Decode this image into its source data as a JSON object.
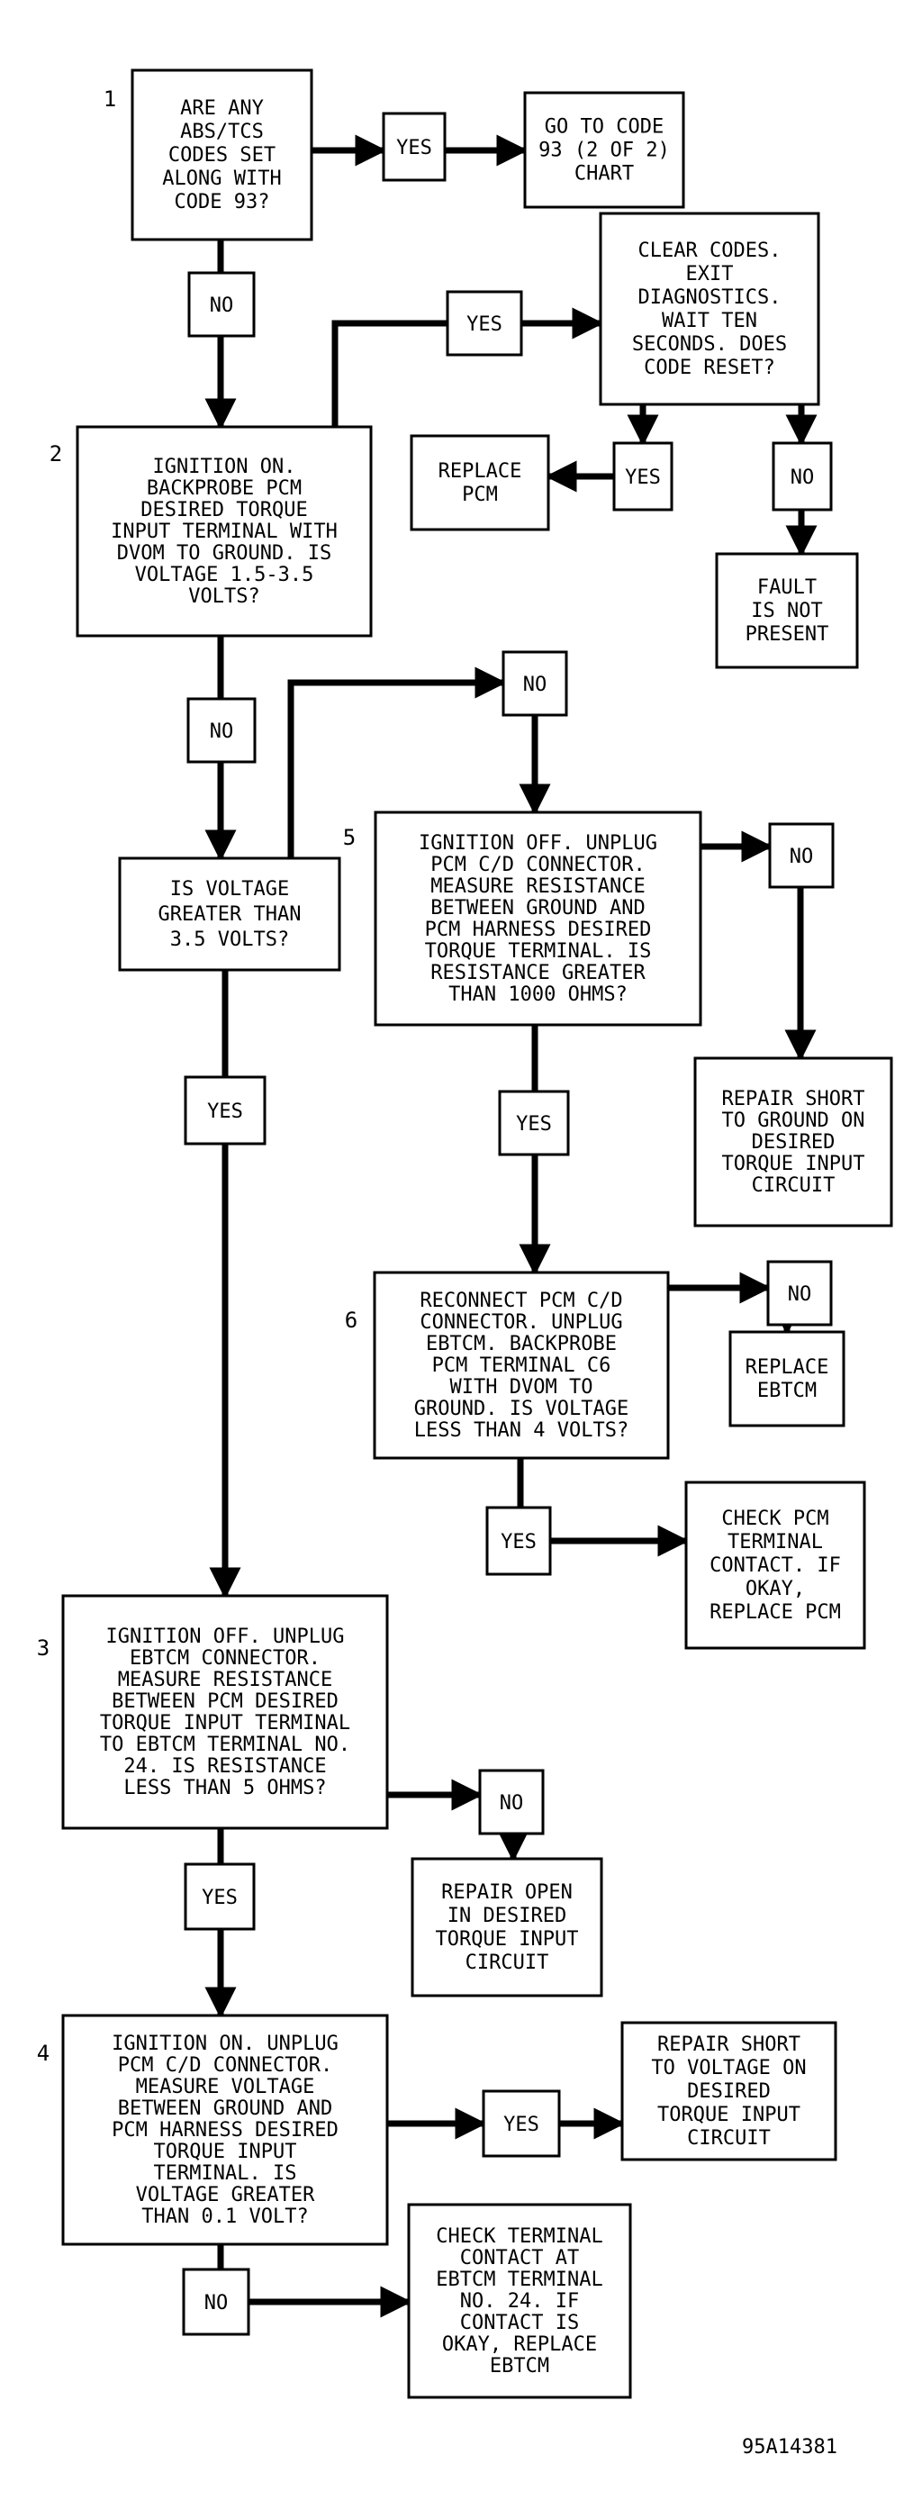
{
  "figure_id": "95A14381",
  "steps": [
    {
      "key": "s1",
      "number": "1",
      "lines": [
        "ARE ANY",
        "ABS/TCS",
        "CODES SET",
        "ALONG WITH",
        "CODE 93?"
      ]
    },
    {
      "key": "s2",
      "number": "2",
      "lines": [
        "IGNITION ON.",
        "BACKPROBE PCM",
        "DESIRED TORQUE",
        "INPUT TERMINAL WITH",
        "DVOM TO GROUND. IS",
        "VOLTAGE 1.5-3.5",
        "VOLTS?"
      ]
    },
    {
      "key": "s3",
      "number": "3",
      "lines": [
        "IGNITION OFF. UNPLUG",
        "EBTCM CONNECTOR.",
        "MEASURE RESISTANCE",
        "BETWEEN PCM DESIRED",
        "TORQUE INPUT TERMINAL",
        "TO EBTCM TERMINAL NO.",
        "24. IS RESISTANCE",
        "LESS THAN 5 OHMS?"
      ]
    },
    {
      "key": "s4",
      "number": "4",
      "lines": [
        "IGNITION ON. UNPLUG",
        "PCM C/D CONNECTOR.",
        "MEASURE VOLTAGE",
        "BETWEEN GROUND AND",
        "PCM HARNESS DESIRED",
        "TORQUE INPUT",
        "TERMINAL. IS",
        "VOLTAGE GREATER",
        "THAN 0.1 VOLT?"
      ]
    },
    {
      "key": "s5",
      "number": "5",
      "lines": [
        "IGNITION OFF. UNPLUG",
        "PCM C/D CONNECTOR.",
        "MEASURE RESISTANCE",
        "BETWEEN GROUND AND",
        "PCM HARNESS DESIRED",
        "TORQUE TERMINAL. IS",
        "RESISTANCE GREATER",
        "THAN 1000 OHMS?"
      ]
    },
    {
      "key": "s6",
      "number": "6",
      "lines": [
        "RECONNECT PCM C/D",
        "CONNECTOR. UNPLUG",
        "EBTCM. BACKPROBE",
        "PCM TERMINAL C6",
        "WITH DVOM TO",
        "GROUND. IS VOLTAGE",
        "LESS THAN 4 VOLTS?"
      ]
    },
    {
      "key": "sv",
      "number": "",
      "lines": [
        "IS VOLTAGE",
        "GREATER THAN",
        "3.5 VOLTS?"
      ]
    },
    {
      "key": "clear",
      "number": "",
      "lines": [
        "CLEAR CODES.",
        "EXIT",
        "DIAGNOSTICS.",
        "WAIT TEN",
        "SECONDS. DOES",
        "CODE RESET?"
      ]
    }
  ],
  "actions": [
    {
      "key": "goto93",
      "lines": [
        "GO TO CODE",
        "93 (2 OF 2)",
        "CHART"
      ]
    },
    {
      "key": "replacepcm",
      "lines": [
        "REPLACE",
        "PCM"
      ]
    },
    {
      "key": "fault",
      "lines": [
        "FAULT",
        "IS NOT",
        "PRESENT"
      ]
    },
    {
      "key": "repairshort",
      "lines": [
        "REPAIR SHORT",
        "TO GROUND ON",
        "DESIRED",
        "TORQUE INPUT",
        "CIRCUIT"
      ]
    },
    {
      "key": "replaceebtcm",
      "lines": [
        "REPLACE",
        "EBTCM"
      ]
    },
    {
      "key": "checkpcm",
      "lines": [
        "CHECK PCM",
        "TERMINAL",
        "CONTACT. IF",
        "OKAY,",
        "REPLACE PCM"
      ]
    },
    {
      "key": "repairopen",
      "lines": [
        "REPAIR OPEN",
        "IN DESIRED",
        "TORQUE INPUT",
        "CIRCUIT"
      ]
    },
    {
      "key": "repairvolt",
      "lines": [
        "REPAIR SHORT",
        "TO VOLTAGE ON",
        "DESIRED",
        "TORQUE INPUT",
        "CIRCUIT"
      ]
    },
    {
      "key": "checkterm",
      "lines": [
        "CHECK TERMINAL",
        "CONTACT AT",
        "EBTCM TERMINAL",
        "NO. 24. IF",
        "CONTACT IS",
        "OKAY, REPLACE",
        "EBTCM"
      ]
    }
  ],
  "answers": [
    {
      "key": "yes1",
      "label": "YES"
    },
    {
      "key": "no1",
      "label": "NO"
    },
    {
      "key": "yes2",
      "label": "YES"
    },
    {
      "key": "yes3",
      "label": "YES"
    },
    {
      "key": "no3",
      "label": "NO"
    },
    {
      "key": "no2",
      "label": "NO"
    },
    {
      "key": "nov",
      "label": "NO"
    },
    {
      "key": "no5",
      "label": "NO"
    },
    {
      "key": "yesv",
      "label": "YES"
    },
    {
      "key": "yes5",
      "label": "YES"
    },
    {
      "key": "no6",
      "label": "NO"
    },
    {
      "key": "yes6",
      "label": "YES"
    },
    {
      "key": "no_s3",
      "label": "NO"
    },
    {
      "key": "yes_s3",
      "label": "YES"
    },
    {
      "key": "yes4",
      "label": "YES"
    },
    {
      "key": "no4",
      "label": "NO"
    }
  ]
}
